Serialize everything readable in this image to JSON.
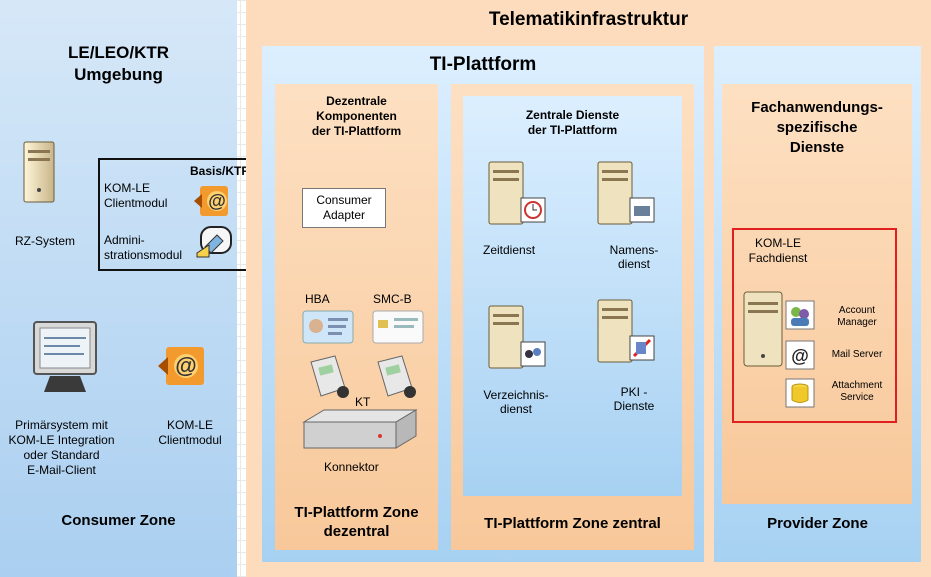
{
  "consumer_env": {
    "title_line1": "LE/LEO/KTR",
    "title_line2": "Umgebung",
    "rz_system": "RZ-System",
    "basis_title": "Basis/KTR-Consumer",
    "komle_clientmodul": "KOM-LE\nClientmodul",
    "admin_modul": "Admini-\nstrationsmodul",
    "consumer_adapter": "Consumer\nAdapter",
    "primaer_system": "Primärsystem mit\nKOM-LE Integration\noder Standard\nE-Mail-Client",
    "komle_clientmodul_2": "KOM-LE\nClientmodul",
    "zone_label": "Consumer Zone"
  },
  "ti": {
    "title": "Telematikinfrastruktur",
    "platform_title": "TI-Plattform",
    "dezentral_title": "Dezentrale\nKomponenten\nder TI-Plattform",
    "hba": "HBA",
    "smcb": "SMC-B",
    "kt": "KT",
    "konnektor": "Konnektor",
    "dezentral_zone": "TI-Plattform Zone\ndezentral",
    "zentral_title": "Zentrale Dienste\nder TI-Plattform",
    "zeitdienst": "Zeitdienst",
    "namensdienst": "Namens-\ndienst",
    "verzeichnisdienst": "Verzeichnis-\ndienst",
    "pki": "PKI -\nDienste",
    "zentral_zone": "TI-Plattform Zone zentral"
  },
  "provider": {
    "title": "Fachanwendungs-\nspezifische\nDienste",
    "fachdienst": "KOM-LE\nFachdienst",
    "account_manager": "Account\nManager",
    "mail_server": "Mail Server",
    "attachment_service": "Attachment\nService",
    "zone_label": "Provider Zone"
  }
}
